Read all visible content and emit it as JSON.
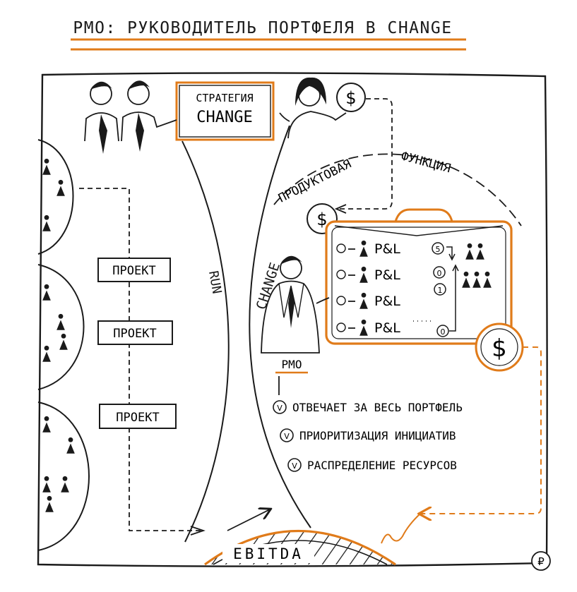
{
  "title": "PMO: РУКОВОДИТЕЛЬ ПОРТФЕЛЯ В CHANGE",
  "strategy_label_line1": "СТРАТЕГИЯ",
  "strategy_label_line2": "CHANGE",
  "arc_product_label_1": "ПРОДУКТОВАЯ",
  "arc_product_label_2": "ФУНКЦИЯ",
  "run_label": "RUN",
  "change_label": "CHANGE",
  "projects": [
    "ПРОЕКТ",
    "ПРОЕКТ",
    "ПРОЕКТ"
  ],
  "pl_label": "P&L",
  "pl_rows": 4,
  "counters": [
    "5",
    "0",
    "1",
    "0"
  ],
  "pmo_label": "PMO",
  "responsibilities": [
    "ОТВЕЧАЕТ ЗА ВЕСЬ ПОРТФЕЛЬ",
    "ПРИОРИТИЗАЦИЯ ИНИЦИАТИВ",
    "РАСПРЕДЕЛЕНИЕ РЕСУРСОВ"
  ],
  "check_mark": "V",
  "dollar_symbol": "$",
  "ebitda_label": "EBITDA",
  "corner_symbol": "₽",
  "colors": {
    "accent": "#e07b1a",
    "ink": "#1a1a1a",
    "paper": "#ffffff"
  }
}
